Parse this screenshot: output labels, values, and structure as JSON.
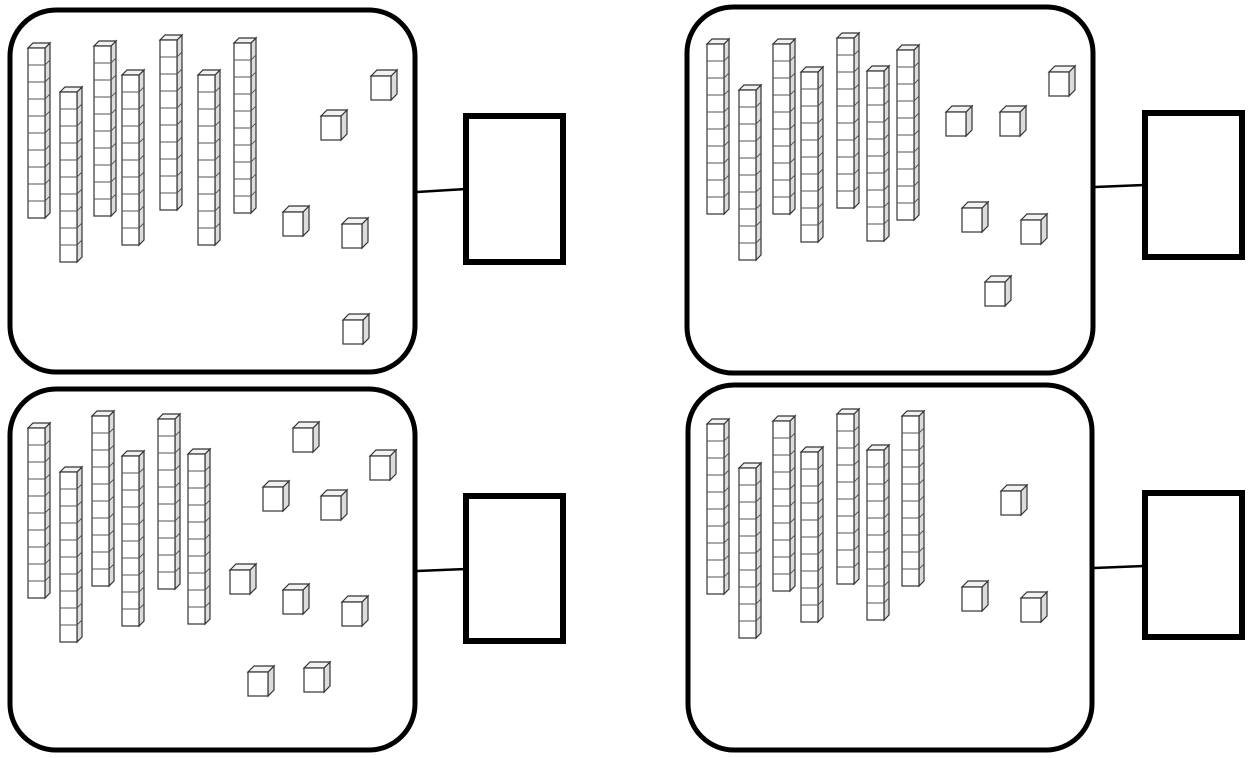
{
  "worksheet": {
    "problems": [
      {
        "tens": 7,
        "ones": 5,
        "answer": ""
      },
      {
        "tens": 7,
        "ones": 6,
        "answer": ""
      },
      {
        "tens": 6,
        "ones": 9,
        "answer": ""
      },
      {
        "tens": 7,
        "ones": 3,
        "answer": ""
      }
    ]
  }
}
